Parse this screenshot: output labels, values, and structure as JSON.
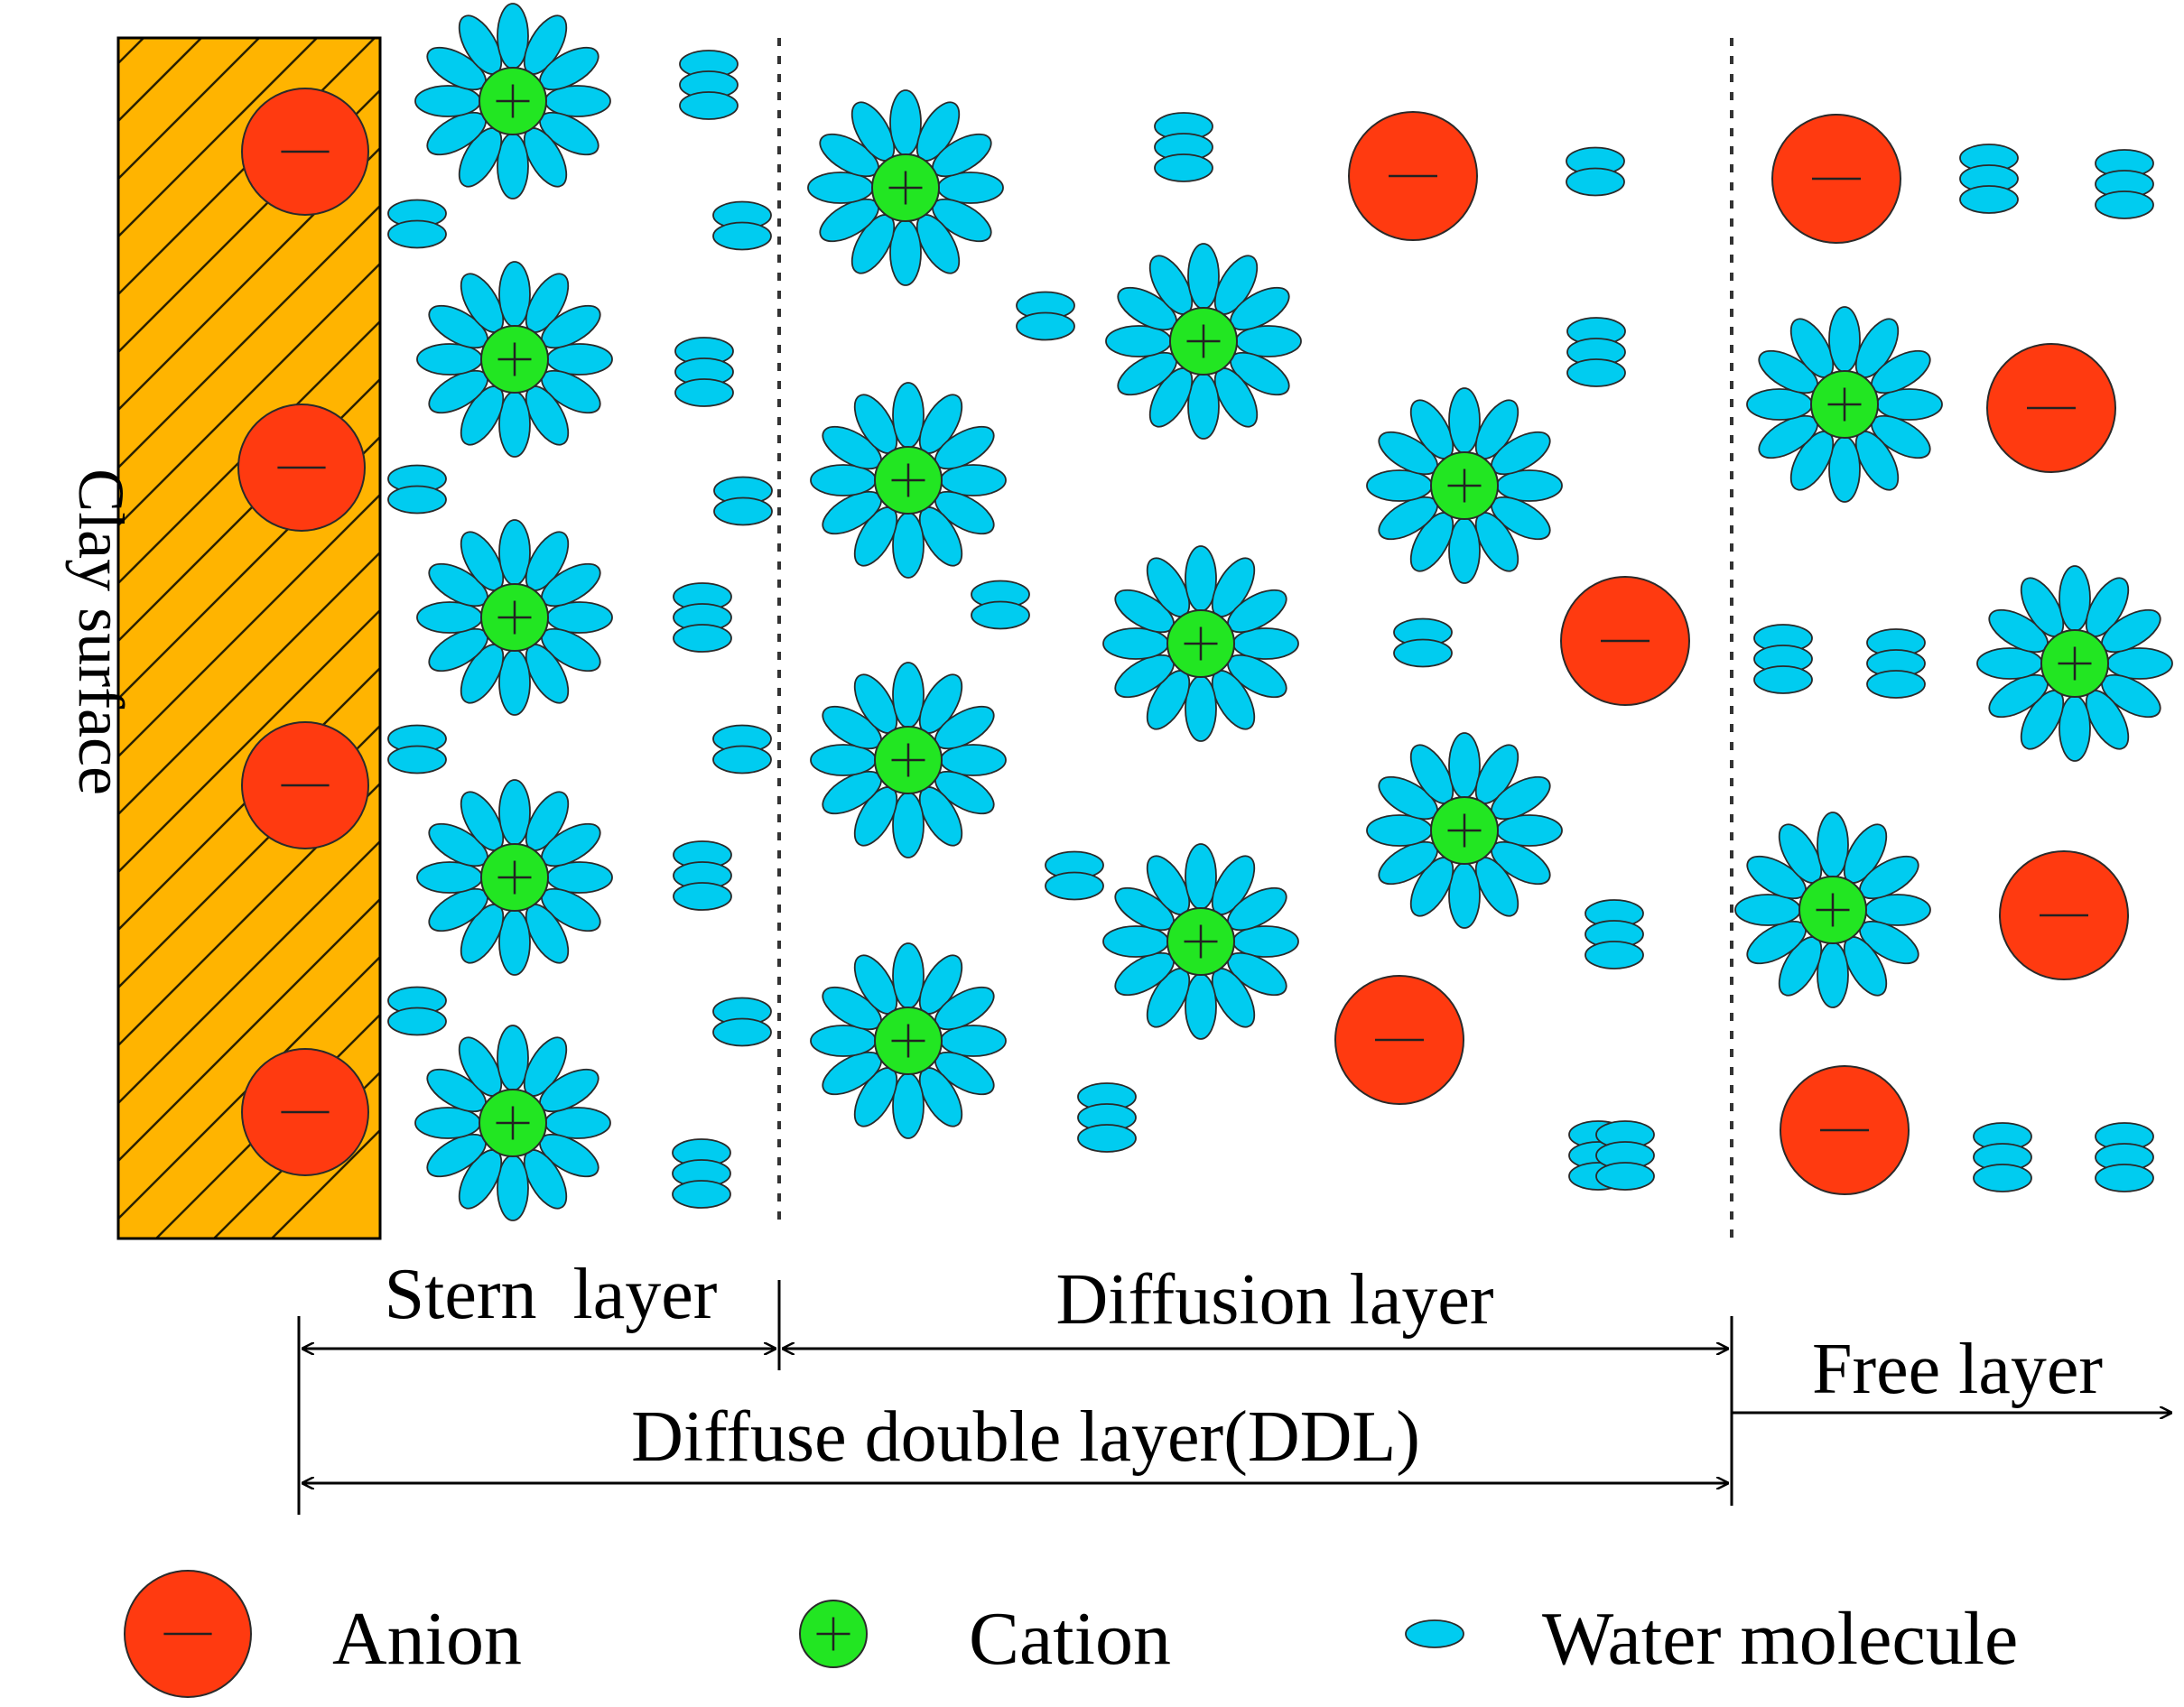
{
  "clay_surface": {
    "label": "Clay surface",
    "fill": "#FFB400",
    "hatch": "#2a2000",
    "anion_count": 4
  },
  "regions": {
    "stern_layer": "Stern  layer",
    "diffusion_layer": "Diffusion layer",
    "free_layer": "Free layer",
    "ddl": "Diffuse double layer(DDL)"
  },
  "legend": {
    "anion": "Anion",
    "cation": "Cation",
    "water": "Water molecule"
  },
  "symbols": {
    "anion_sign": "—",
    "cation_sign": "+"
  },
  "colors": {
    "anion": "#FF3A10",
    "cation": "#22E622",
    "water": "#00CCF0",
    "outline": "#2a2a2a"
  }
}
